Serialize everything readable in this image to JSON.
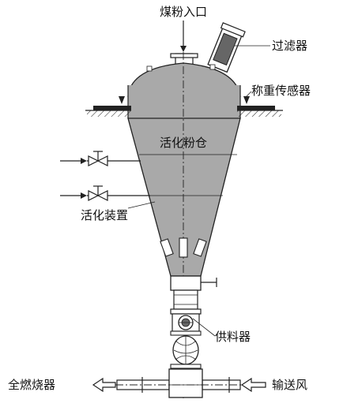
{
  "labels": {
    "inlet": "煤粉入口",
    "filter": "过滤器",
    "weigh_sensor": "称重传感器",
    "silo": "活化粉仓",
    "activation": "活化装置",
    "feeder": "供料器",
    "burner": "全燃烧器",
    "transport_air": "输送风"
  },
  "colors": {
    "body_fill": "#a9a9a9",
    "line": "#222222"
  }
}
